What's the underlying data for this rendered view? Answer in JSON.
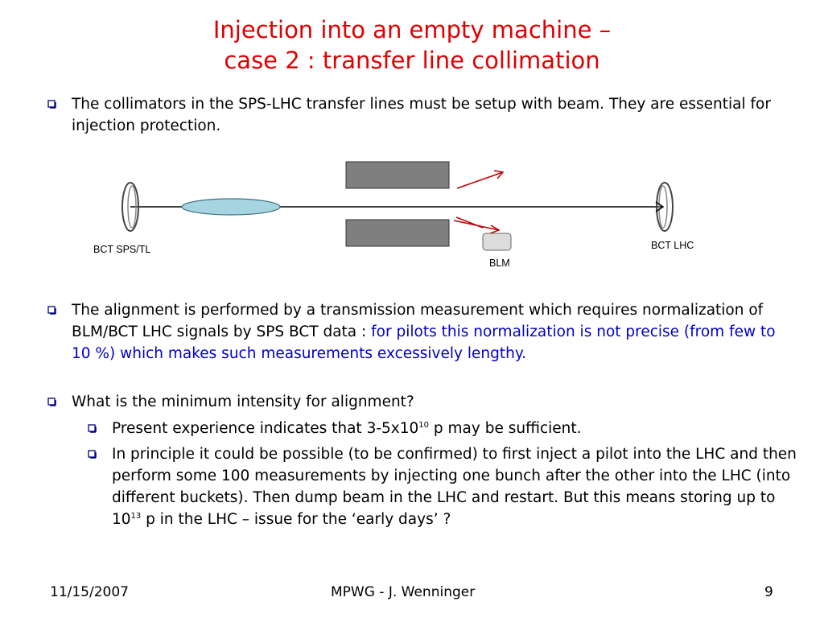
{
  "title": {
    "line1": "Injection into an empty machine –",
    "line2": "case 2 : transfer line collimation"
  },
  "bullets": {
    "b1": "The collimators in the SPS-LHC transfer lines must be setup with beam. They are essential for injection protection.",
    "b2_black": "The alignment is performed by a transmission measurement which requires normalization of BLM/BCT LHC signals by SPS BCT data : ",
    "b2_blue": "for pilots this normalization is not precise (from few to 10 %) which makes such measurements excessively lengthy.",
    "b3": "What is the minimum intensity for alignment?",
    "b3_1_pre": "Present experience indicates that 3-5x10",
    "b3_1_sup": "10",
    "b3_1_post": " p may be sufficient.",
    "b3_2_pre": "In principle it could be possible (to be confirmed) to first inject a pilot into the LHC and then perform some 100 measurements by injecting one bunch after the other into the LHC (into different buckets). Then dump beam in the LHC and restart. But this means storing up to 10",
    "b3_2_sup": "13",
    "b3_2_post": " p in the LHC – issue for the ‘early days’ ?"
  },
  "diagram": {
    "label_bct_sps": "BCT SPS/TL",
    "label_bct_lhc": "BCT LHC",
    "label_blm": "BLM"
  },
  "footer": {
    "date": "11/15/2007",
    "center": "MPWG - J. Wenninger",
    "page": "9"
  },
  "colors": {
    "title": "#e00000",
    "highlight": "#0000cc",
    "bullet_marker": "#000080",
    "collimator": "#7f7f7f",
    "beam": "#a6d4e0",
    "arrow": "#c00000"
  }
}
